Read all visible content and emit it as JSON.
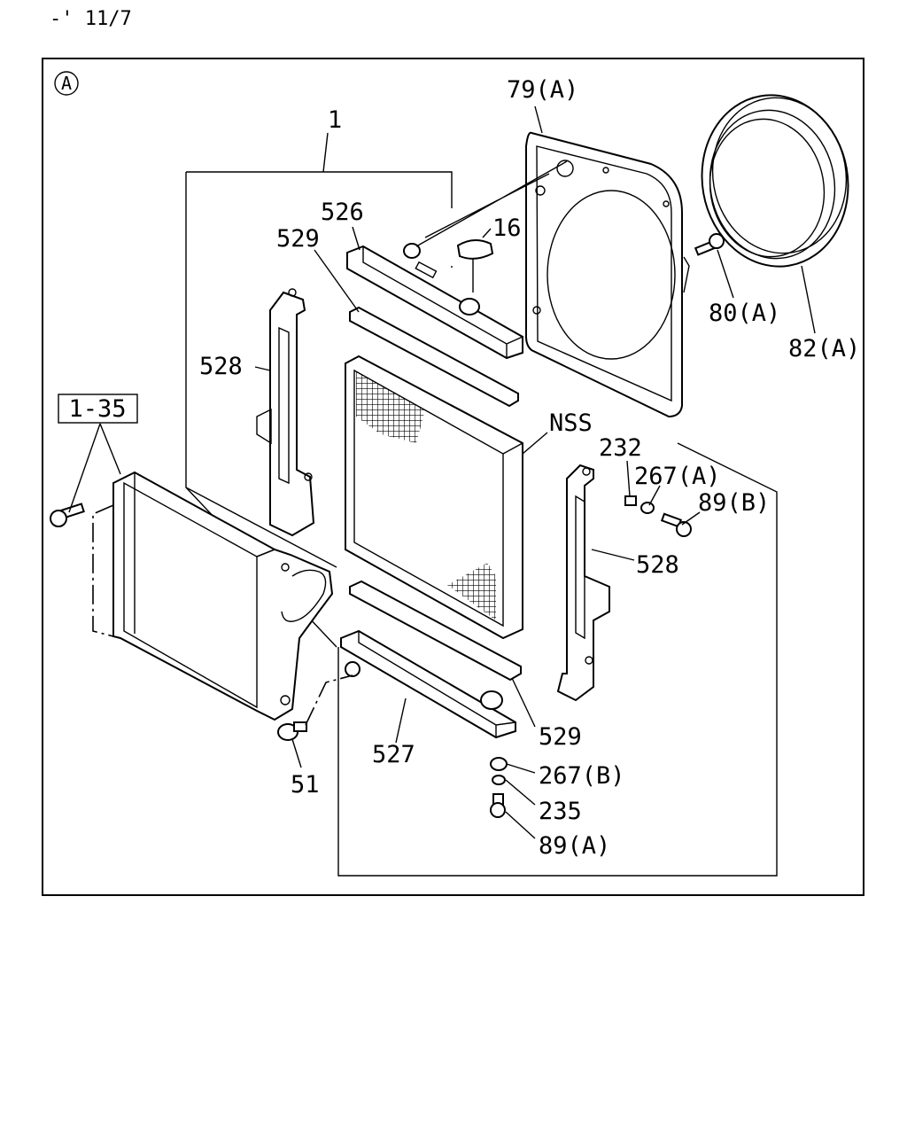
{
  "header": {
    "date_code": "-' 11/7"
  },
  "section_marker": "A",
  "callouts": {
    "assembly": "1",
    "p79": "79(A)",
    "p526": "526",
    "p16": "16",
    "p529_top": "529",
    "p80": "80(A)",
    "p82": "82(A)",
    "p528_left": "528",
    "ref_1_35": "1-35",
    "nss": "NSS",
    "p232": "232",
    "p267a": "267(A)",
    "p89b": "89(B)",
    "p528_right": "528",
    "p529_bottom": "529",
    "p527": "527",
    "p51": "51",
    "p267b": "267(B)",
    "p235": "235",
    "p89a": "89(A)"
  }
}
